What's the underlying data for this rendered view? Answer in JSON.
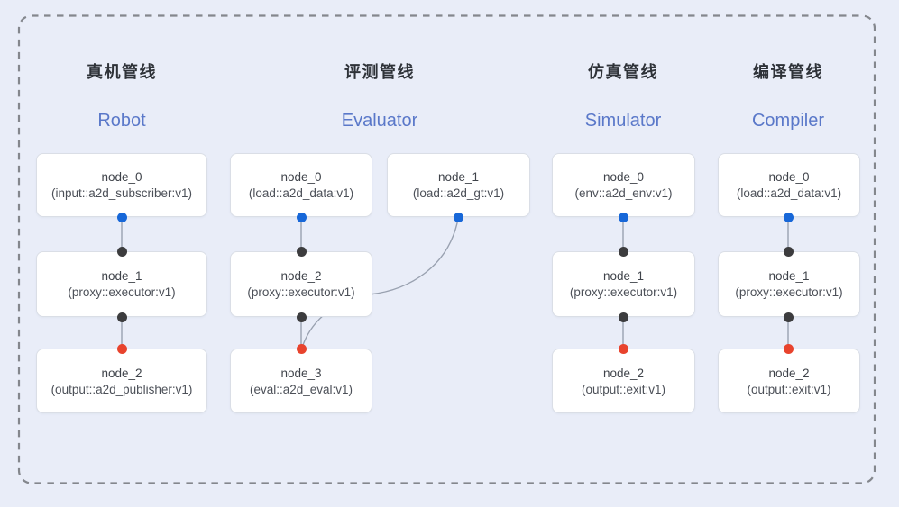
{
  "diagram": {
    "pipelines": [
      {
        "title_zh": "真机管线",
        "title_en": "Robot",
        "nodes": [
          {
            "name": "node_0",
            "impl": "(input::a2d_subscriber:v1)"
          },
          {
            "name": "node_1",
            "impl": "(proxy::executor:v1)"
          },
          {
            "name": "node_2",
            "impl": "(output::a2d_publisher:v1)"
          }
        ]
      },
      {
        "title_zh": "评测管线",
        "title_en": "Evaluator",
        "nodes": [
          {
            "name": "node_0",
            "impl": "(load::a2d_data:v1)"
          },
          {
            "name": "node_1",
            "impl": "(load::a2d_gt:v1)"
          },
          {
            "name": "node_2",
            "impl": "(proxy::executor:v1)"
          },
          {
            "name": "node_3",
            "impl": "(eval::a2d_eval:v1)"
          }
        ]
      },
      {
        "title_zh": "仿真管线",
        "title_en": "Simulator",
        "nodes": [
          {
            "name": "node_0",
            "impl": "(env::a2d_env:v1)"
          },
          {
            "name": "node_1",
            "impl": "(proxy::executor:v1)"
          },
          {
            "name": "node_2",
            "impl": "(output::exit:v1)"
          }
        ]
      },
      {
        "title_zh": "编译管线",
        "title_en": "Compiler",
        "nodes": [
          {
            "name": "node_0",
            "impl": "(load::a2d_data:v1)"
          },
          {
            "name": "node_1",
            "impl": "(proxy::executor:v1)"
          },
          {
            "name": "node_2",
            "impl": "(output::exit:v1)"
          }
        ]
      }
    ],
    "colors": {
      "background": "#e9edf8",
      "dashed_border": "#84878d",
      "node_border": "#dadee6",
      "blue_port_dot": "#1767d8",
      "black_port_dot": "#3c3c3e",
      "red_port_dot": "#e8432d",
      "english_title": "#5a78c9",
      "connector_line": "#99a1b0"
    }
  }
}
